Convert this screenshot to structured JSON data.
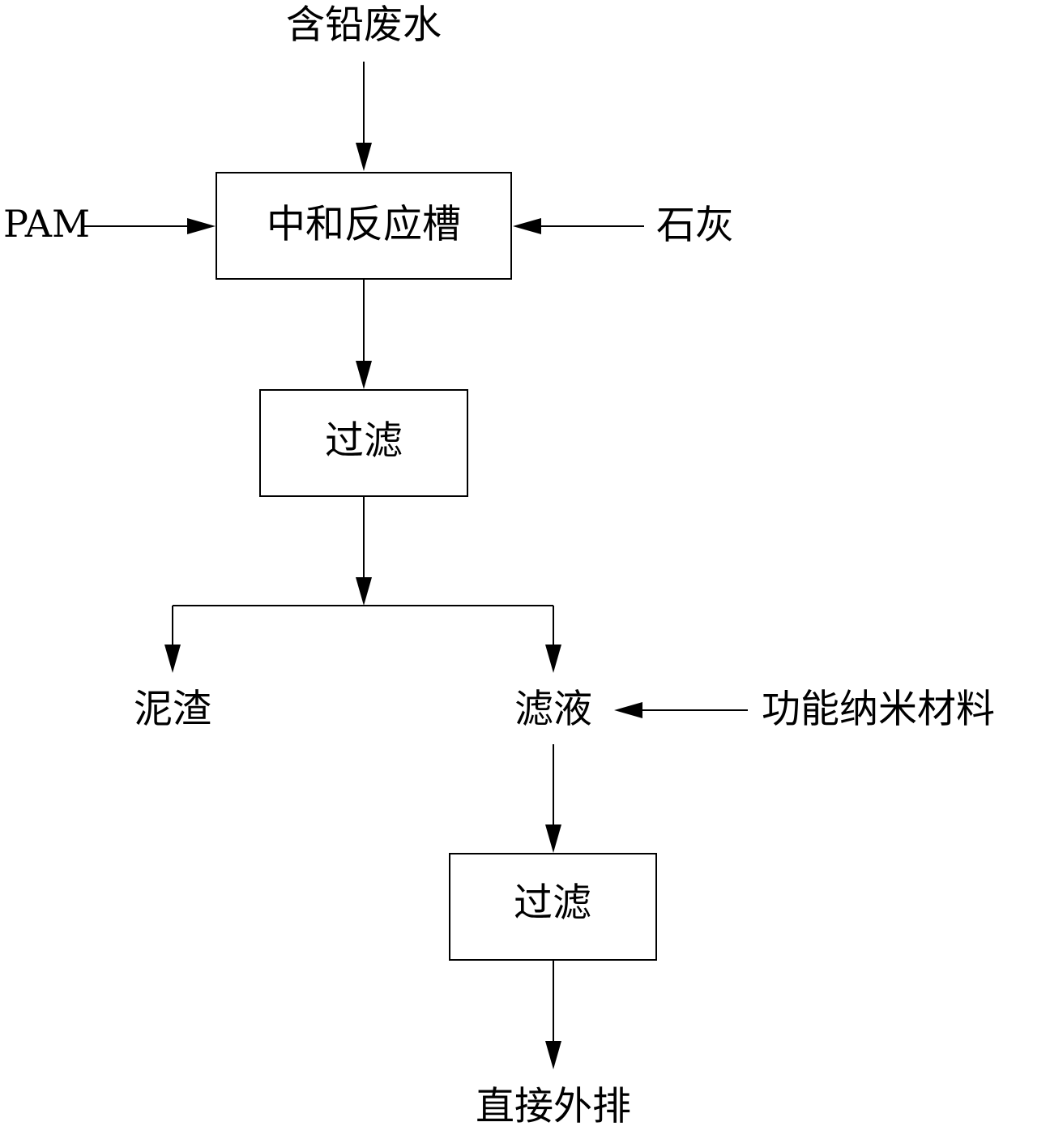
{
  "labels": {
    "input_wastewater": "含铅废水",
    "pam": "PAM",
    "lime": "石灰",
    "sludge": "泥渣",
    "filtrate": "滤液",
    "nano_material": "功能纳米材料",
    "discharge": "直接外排"
  },
  "boxes": {
    "neutralization_tank": "中和反应槽",
    "filter_1": "过滤",
    "filter_2": "过滤"
  }
}
